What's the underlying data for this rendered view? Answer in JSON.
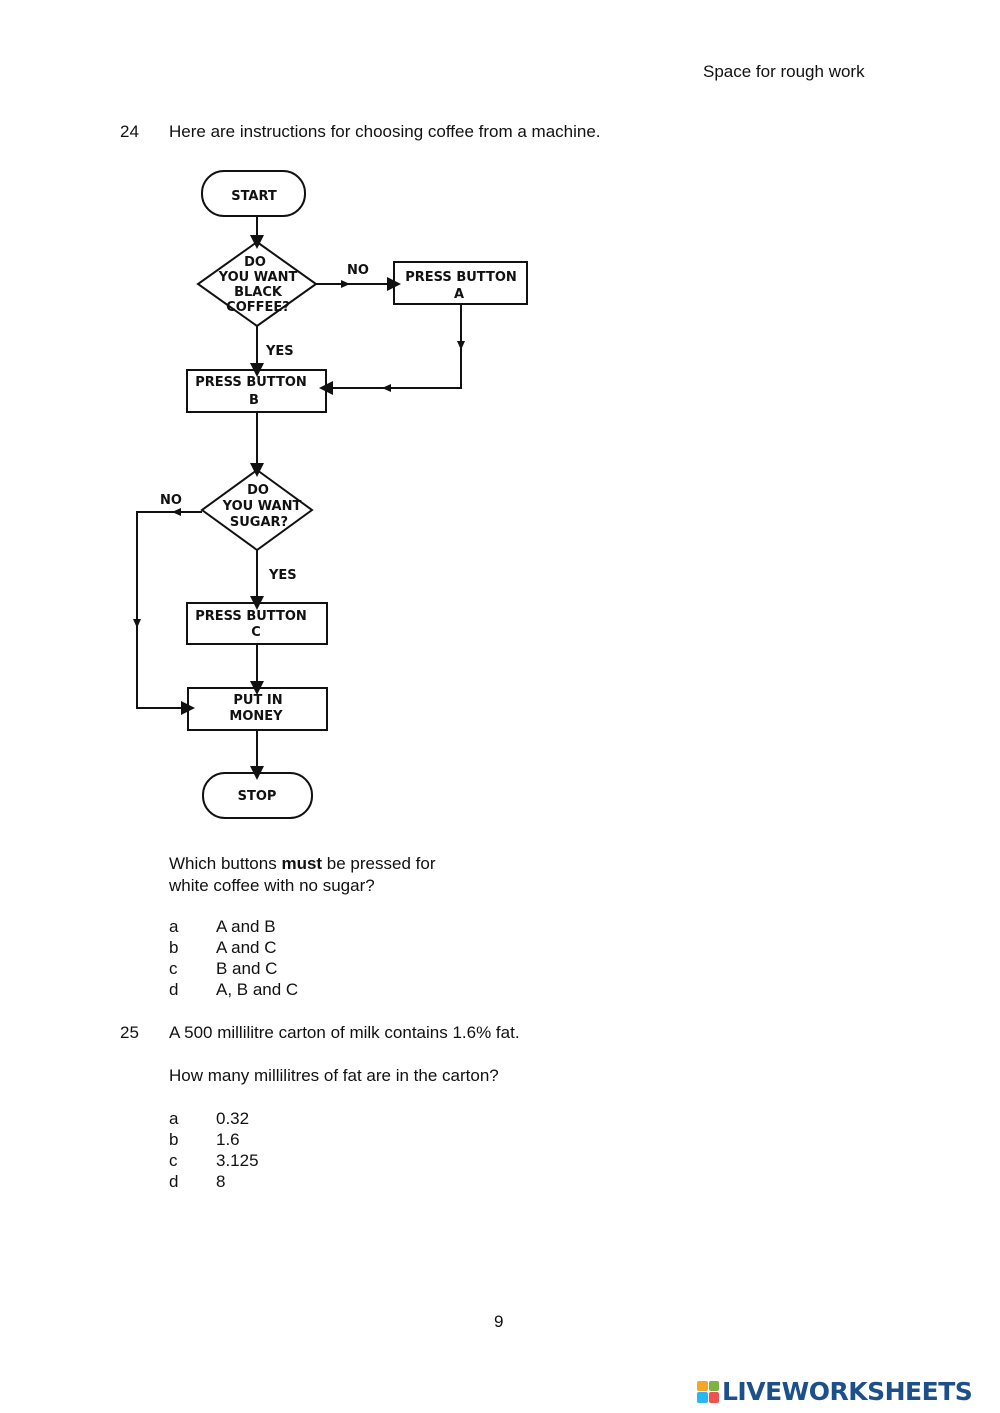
{
  "header": {
    "rough_work": "Space for rough work"
  },
  "q24": {
    "number": "24",
    "text": "Here are instructions for choosing coffee from a machine.",
    "flowchart": {
      "start": "START",
      "d1_line1": "DO",
      "d1_line2": "YOU WANT",
      "d1_line3": "BLACK",
      "d1_line4": "COFFEE?",
      "no": "NO",
      "yes": "YES",
      "a_line1": "PRESS BUTTON",
      "a_line2": "A",
      "b_line1": "PRESS BUTTON",
      "b_line2": "B",
      "d2_line1": "DO",
      "d2_line2": "YOU WANT",
      "d2_line3": "SUGAR?",
      "c_line1": "PRESS BUTTON",
      "c_line2": "C",
      "m_line1": "PUT IN",
      "m_line2": "MONEY",
      "stop": "STOP"
    },
    "question_pre": "Which buttons ",
    "question_bold": "must",
    "question_post": " be pressed for",
    "question_line2": "white coffee with no sugar?",
    "options": [
      {
        "letter": "a",
        "text": "A and B"
      },
      {
        "letter": "b",
        "text": "A and C"
      },
      {
        "letter": "c",
        "text": "B and C"
      },
      {
        "letter": "d",
        "text": "A, B and C"
      }
    ]
  },
  "q25": {
    "number": "25",
    "text": "A 500 millilitre carton of milk contains 1.6% fat.",
    "question": "How many millilitres of fat are in the carton?",
    "options": [
      {
        "letter": "a",
        "text": "0.32"
      },
      {
        "letter": "b",
        "text": "1.6"
      },
      {
        "letter": "c",
        "text": "3.125"
      },
      {
        "letter": "d",
        "text": "8"
      }
    ]
  },
  "footer": {
    "page_number": "9",
    "brand": "LIVEWORKSHEETS",
    "brand_color": "#1d4f8a",
    "logo_colors": [
      "#f5a623",
      "#7cb342",
      "#29b6f6",
      "#ef5350"
    ]
  }
}
